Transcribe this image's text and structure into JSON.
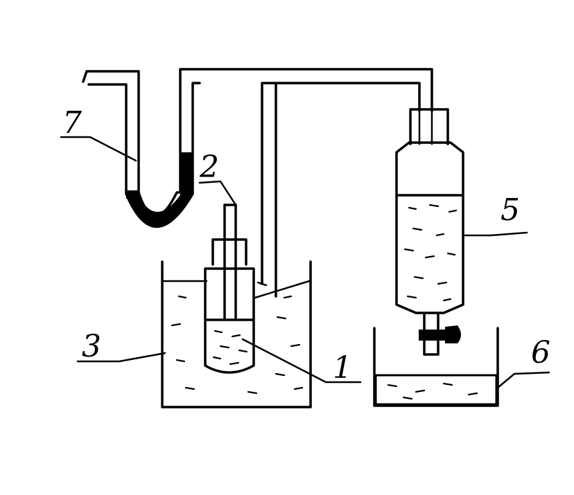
{
  "diagram": {
    "labels": {
      "l1": "1",
      "l2": "2",
      "l3": "3",
      "l5": "5",
      "l6": "6",
      "l7": "7"
    },
    "colors": {
      "ink": "#000000",
      "background": "#ffffff"
    }
  }
}
